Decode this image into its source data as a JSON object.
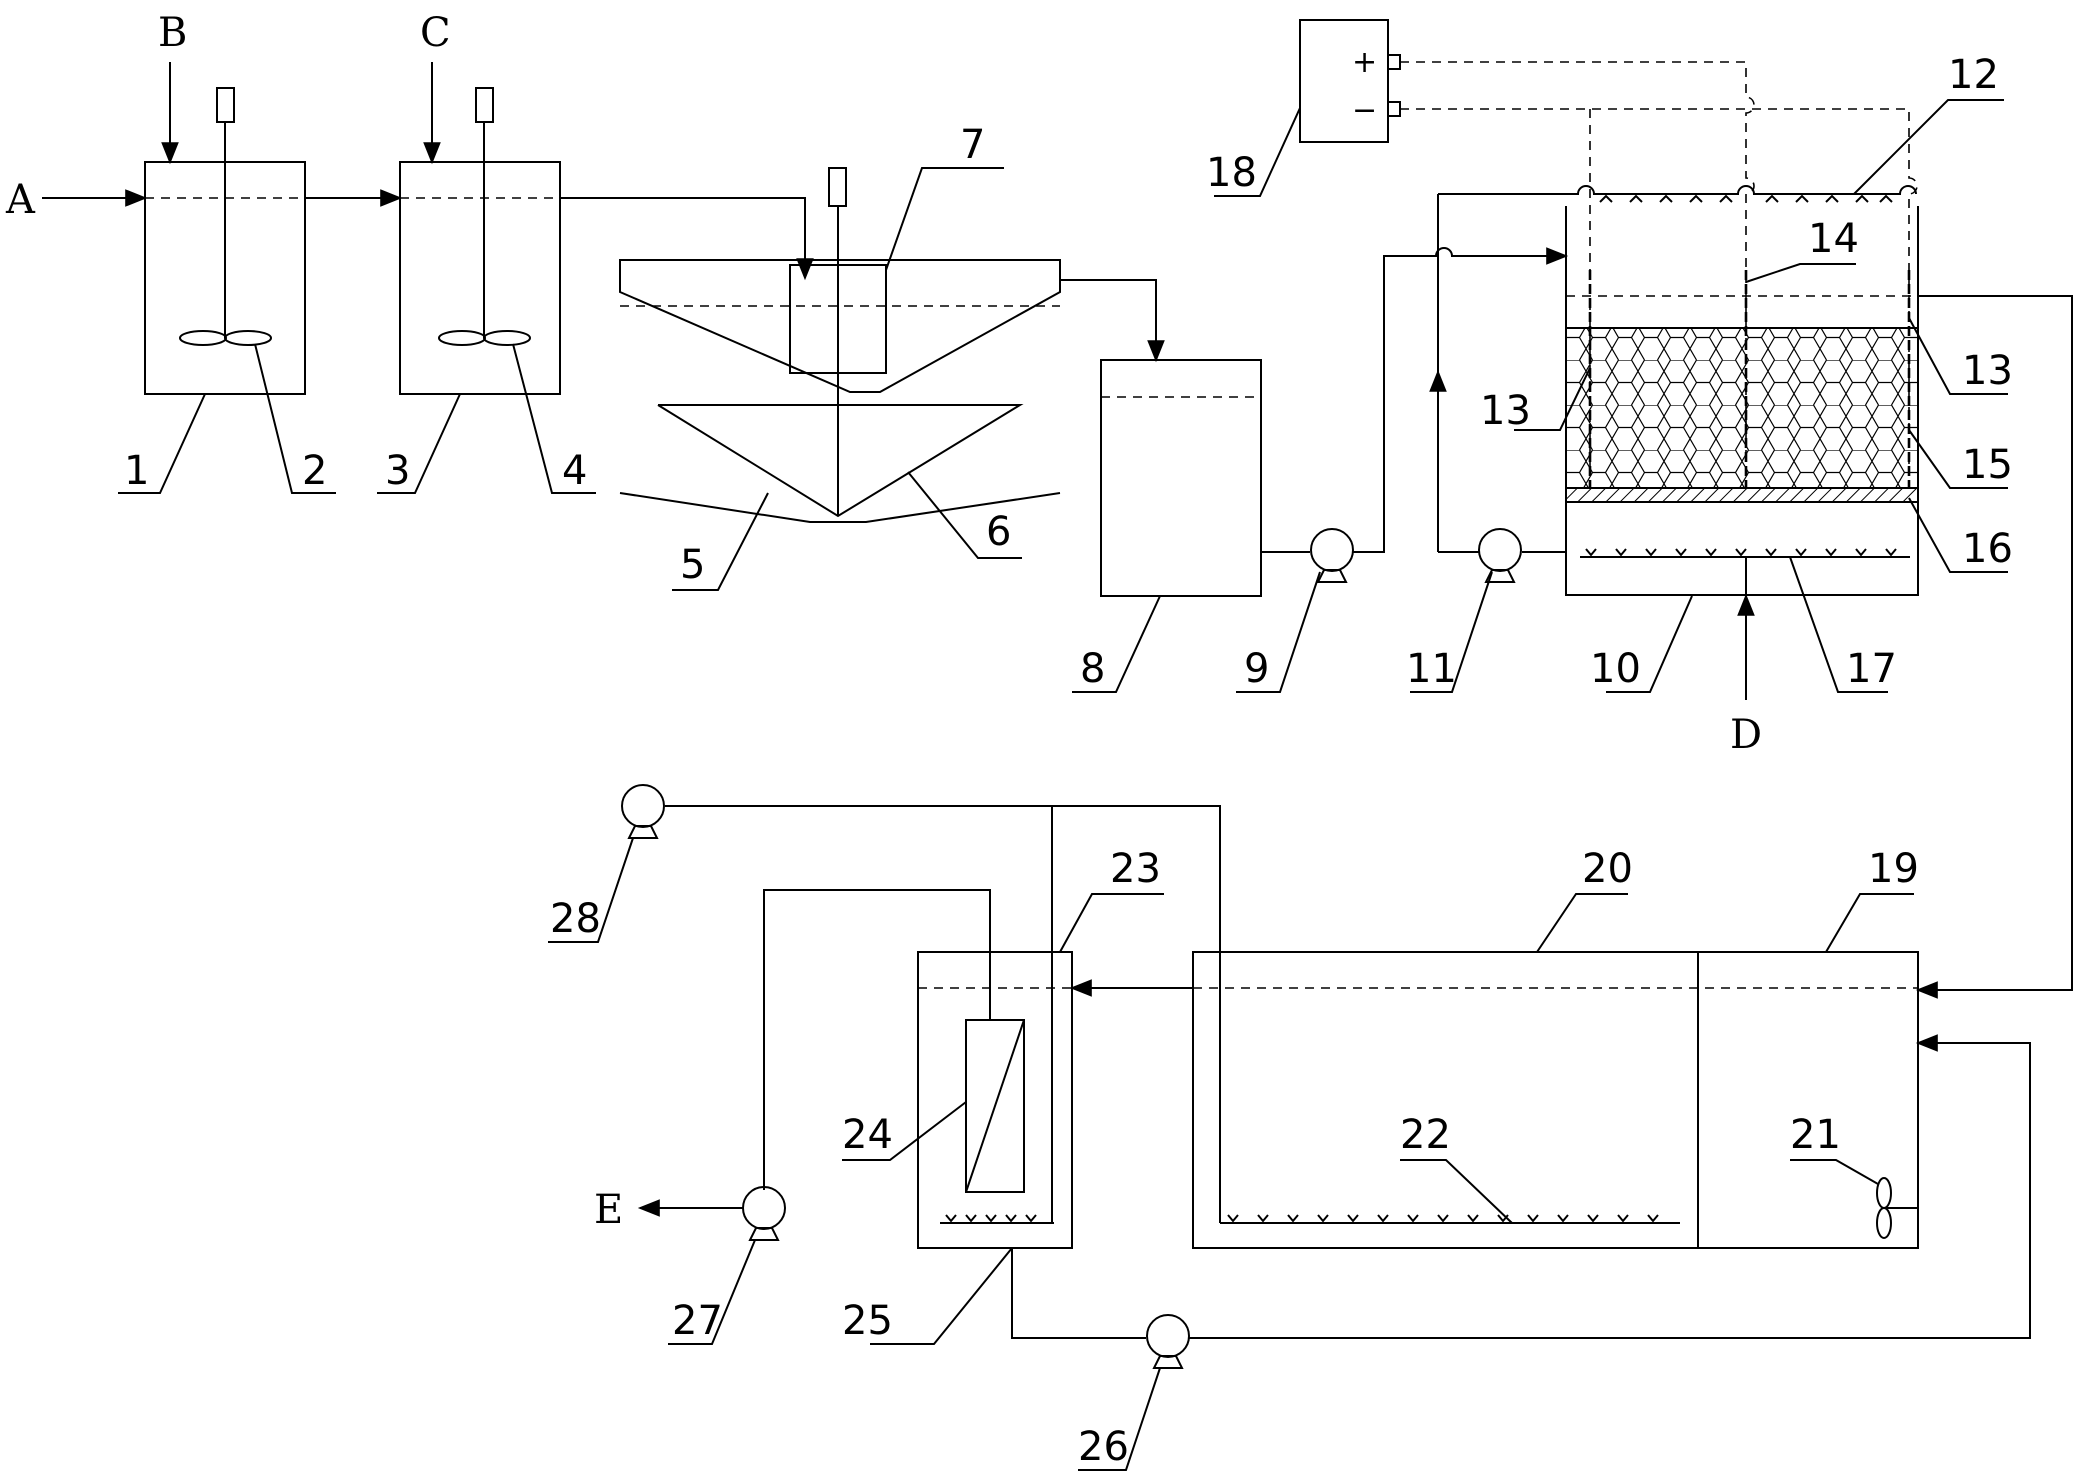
{
  "streams": {
    "A": "A",
    "B": "B",
    "C": "C",
    "D": "D",
    "E": "E"
  },
  "power": {
    "plus": "+",
    "minus": "−"
  },
  "labels": {
    "l1": "1",
    "l2": "2",
    "l3": "3",
    "l4": "4",
    "l5": "5",
    "l6": "6",
    "l7": "7",
    "l8": "8",
    "l9": "9",
    "l10": "10",
    "l11": "11",
    "l12": "12",
    "l13a": "13",
    "l13b": "13",
    "l14": "14",
    "l15": "15",
    "l16": "16",
    "l17": "17",
    "l18": "18",
    "l19": "19",
    "l20": "20",
    "l21": "21",
    "l22": "22",
    "l23": "23",
    "l24": "24",
    "l25": "25",
    "l26": "26",
    "l27": "27",
    "l28": "28"
  }
}
